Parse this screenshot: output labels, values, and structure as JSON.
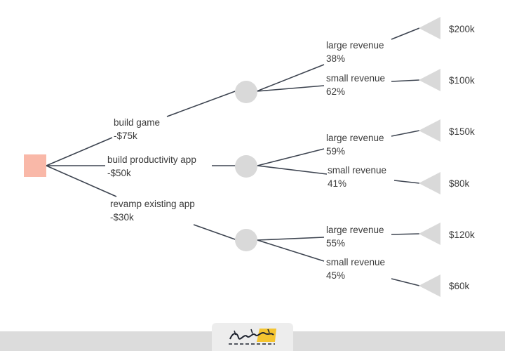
{
  "diagram": {
    "options": [
      {
        "name": "build game",
        "cost": "-$75k"
      },
      {
        "name": "build productivity app",
        "cost": "-$50k"
      },
      {
        "name": "revamp existing app",
        "cost": "-$30k"
      }
    ],
    "outcomes": [
      {
        "name": "large revenue",
        "prob": "38%",
        "payoff": "$200k"
      },
      {
        "name": "small revenue",
        "prob": "62%",
        "payoff": "$100k"
      },
      {
        "name": "large revenue",
        "prob": "59%",
        "payoff": "$150k"
      },
      {
        "name": "small revenue",
        "prob": "41%",
        "payoff": "$80k"
      },
      {
        "name": "large revenue",
        "prob": "55%",
        "payoff": "$120k"
      },
      {
        "name": "small revenue",
        "prob": "45%",
        "payoff": "$60k"
      }
    ]
  },
  "colors": {
    "decision": "#f9b8a8",
    "chance": "#d9d9d9",
    "end": "#d9d9d9",
    "line": "#3d4450",
    "logo_accent": "#f4c430"
  }
}
